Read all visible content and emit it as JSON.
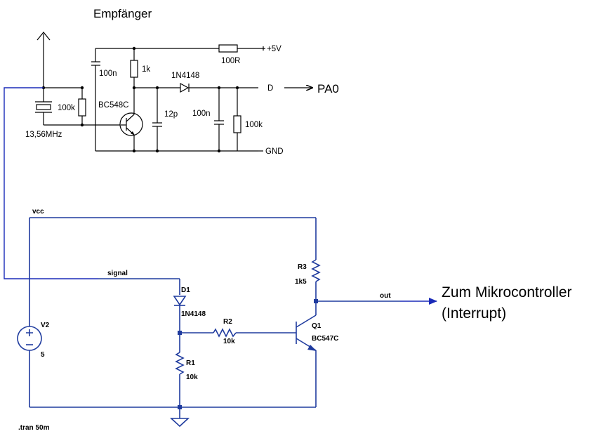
{
  "receiver": {
    "title": "Empfänger",
    "labels": {
      "cap_top": "100n",
      "r_1k": "1k",
      "r_100r": "100R",
      "plus5v": "+5V",
      "diode": "1N4148",
      "d_out": "D",
      "pa0": "PA0",
      "r_100k_left": "100k",
      "transistor": "BC548C",
      "cap_12p": "12p",
      "cap_100n_right": "100n",
      "r_100k_right": "100k",
      "gnd": "GND",
      "crystal": "13,56MHz"
    }
  },
  "circuit": {
    "labels": {
      "vcc": "vcc",
      "signal": "signal",
      "d1_name": "D1",
      "d1_value": "1N4148",
      "r2_name": "R2",
      "r2_value": "10k",
      "r1_name": "R1",
      "r1_value": "10k",
      "r3_name": "R3",
      "r3_value": "1k5",
      "q1_name": "Q1",
      "q1_value": "BC547C",
      "out": "out",
      "v2_name": "V2",
      "v2_value": "5",
      "tran": ".tran 50m"
    },
    "annotation_line1": "Zum Mikrocontroller",
    "annotation_line2": "(Interrupt)"
  }
}
